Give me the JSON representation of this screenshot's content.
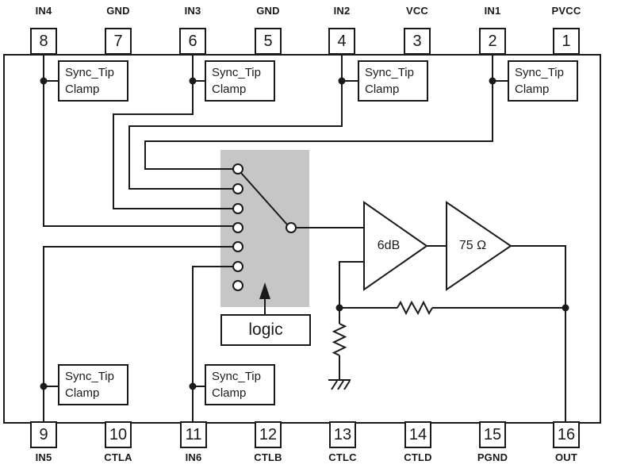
{
  "diagram": {
    "type": "ic-block-diagram",
    "description": "6-input video switch with sync tip clamps, selector switch, logic control and output amplifiers"
  },
  "colors": {
    "line": "#1a1a1a",
    "switch_fill": "#c6c6c6",
    "background": "#ffffff"
  },
  "pins": {
    "top": [
      {
        "number": "8",
        "label": "IN4"
      },
      {
        "number": "7",
        "label": "GND"
      },
      {
        "number": "6",
        "label": "IN3"
      },
      {
        "number": "5",
        "label": "GND"
      },
      {
        "number": "4",
        "label": "IN2"
      },
      {
        "number": "3",
        "label": "VCC"
      },
      {
        "number": "2",
        "label": "IN1"
      },
      {
        "number": "1",
        "label": "PVCC"
      }
    ],
    "bottom": [
      {
        "number": "9",
        "label": "IN5"
      },
      {
        "number": "10",
        "label": "CTLA"
      },
      {
        "number": "11",
        "label": "IN6"
      },
      {
        "number": "12",
        "label": "CTLB"
      },
      {
        "number": "13",
        "label": "CTLC"
      },
      {
        "number": "14",
        "label": "CTLD"
      },
      {
        "number": "15",
        "label": "PGND"
      },
      {
        "number": "16",
        "label": "OUT"
      }
    ]
  },
  "blocks": {
    "sync_tip_clamp": {
      "line1": "Sync_Tip",
      "line2": "Clamp"
    },
    "logic": {
      "label": "logic"
    },
    "amp_gain": {
      "label": "6dB"
    },
    "amp_output": {
      "label": "75 Ω"
    }
  },
  "switch": {
    "positions": 7,
    "connected_inputs": [
      "IN1",
      "IN2",
      "IN3",
      "IN4",
      "IN5",
      "IN6"
    ],
    "selected": "IN1"
  }
}
